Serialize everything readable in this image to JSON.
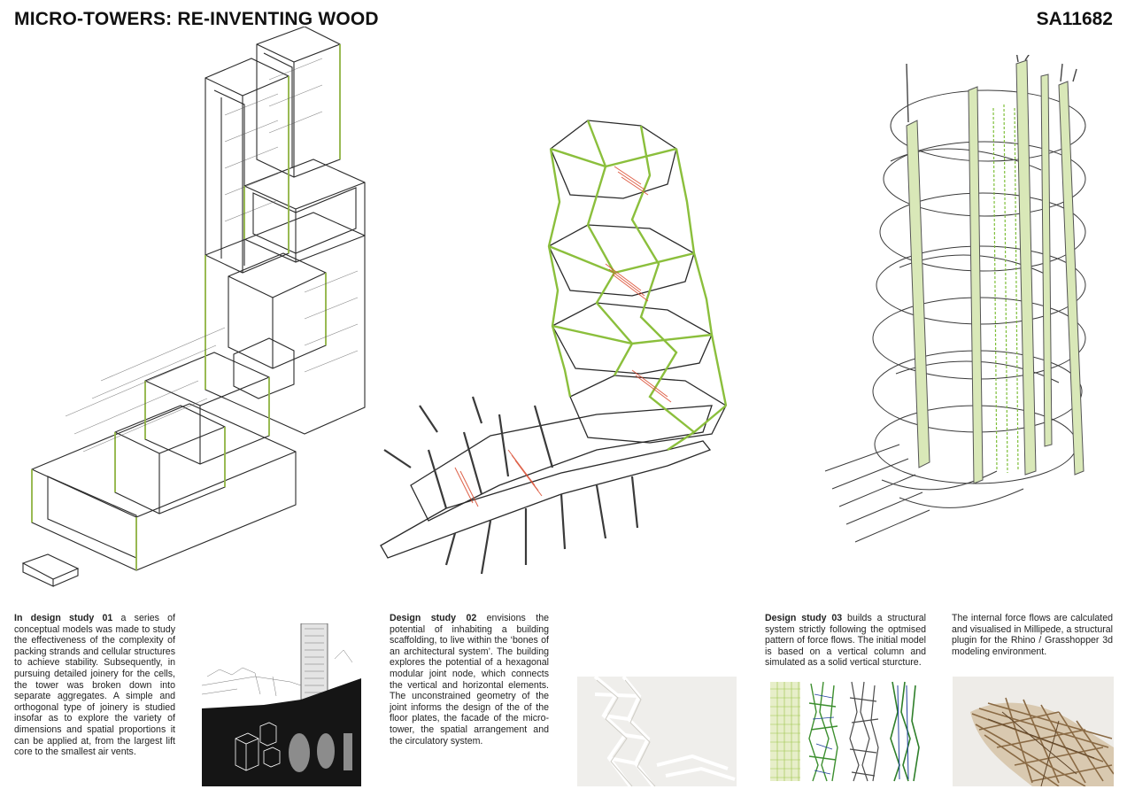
{
  "header": {
    "title": "MICRO-TOWERS: RE-INVENTING WOOD",
    "code": "SA11682"
  },
  "studies": [
    {
      "lead": "In design study 01",
      "body": " a series of conceptual models was made to study the effectiveness of the complexity of packing strands and cellular structures to achieve stability. Subsequently, in pursuing detailed joinery for the cells, the tower was broken down into separate aggregates. A simple and orthogonal type of joinery is studied insofar as to explore the variety of dimensions and spatial proportions it can be applied at, from the largest lift core to the smallest air vents."
    },
    {
      "lead": "Design study 02",
      "body": " envisions the potential of inhabiting a building scaffolding, to live within the ‘bones of an architectural system’. The building explores the potential of a hexagonal modular joint node, which connects the vertical and horizontal elements. The unconstrained geometry of the joint informs the design of the of the floor plates, the facade of the micro-tower, the spatial arrangement and the circulatory system."
    },
    {
      "lead": "Design study 03",
      "body": " builds a structural system strictly following the optmised pattern of force flows. The initial model is based on a vertical column and simulated as a solid vertical sturcture."
    }
  ],
  "note": {
    "body": "The internal force flows are calculated and visualised in Millipede, a structural plugin for the Rhino / Grasshopper 3d modeling environment."
  },
  "colors": {
    "ink": "#1a1a1a",
    "line": "#333333",
    "green": "#9cc34a",
    "red": "#d9472b",
    "wood": "#b89a6e"
  }
}
